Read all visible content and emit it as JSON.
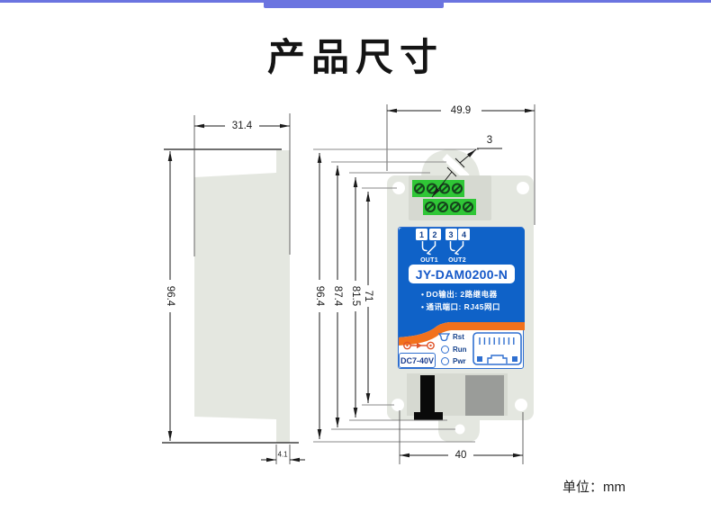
{
  "page": {
    "title": "产品尺寸",
    "unit_label": "单位：mm"
  },
  "colors": {
    "accent_bar": "#6B74E0",
    "body_gray": "#E4E7E0",
    "inset_gray": "#D6D9D1",
    "terminal_green": "#2FC636",
    "screw_dark": "#15441C",
    "panel_blue": "#0F62C8",
    "stripe_orange": "#F2711C",
    "navy_text": "#14418C",
    "label_accent": "#2F6FD0",
    "power_orange": "#E0542A",
    "square_gray": "#9A9C99",
    "dim_line": "#1A1A1A",
    "leader_gray": "#8A8A8A"
  },
  "side_view": {
    "dims": {
      "width": "31.4",
      "height": "96.4",
      "flange": "4.1"
    }
  },
  "front_view": {
    "dims": {
      "width": "49.9",
      "overall_height": "96.4",
      "tab_hole_height": "87.4",
      "body_height": "81.5",
      "hole_spacing_vertical": "71",
      "hole_spacing_horizontal": "40",
      "hole_diameter": "3"
    },
    "device": {
      "terminal_numbers": [
        "1",
        "2",
        "3",
        "4"
      ],
      "channel_labels": [
        "OUT1",
        "OUT2"
      ],
      "model": "JY-DAM0200-N",
      "feature_bullet": "•",
      "features": [
        "DO输出: 2路继电器",
        "通讯端口: RJ45网口"
      ],
      "power_label": "DC7-40V",
      "led_labels": [
        "Rst",
        "Run",
        "Pwr"
      ]
    }
  }
}
